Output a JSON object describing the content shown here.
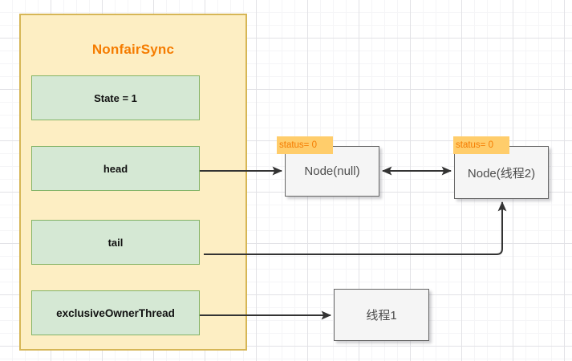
{
  "diagram": {
    "panel": {
      "title": "NonfairSync",
      "title_color": "#f57c00",
      "fill": "#fdeec3",
      "border": "#d6b656",
      "fields": [
        {
          "name": "state",
          "label": "State = 1"
        },
        {
          "name": "head",
          "label": "head"
        },
        {
          "name": "tail",
          "label": "tail"
        },
        {
          "name": "owner",
          "label": "exclusiveOwnerThread"
        }
      ]
    },
    "nodes": [
      {
        "name": "node-null",
        "label": "Node(null)",
        "status": "status= 0"
      },
      {
        "name": "node-thread2",
        "label": "Node(线程2)",
        "status": "status= 0"
      },
      {
        "name": "thread1",
        "label": "线程1",
        "status": null
      }
    ],
    "box_style": {
      "fill": "#f5f5f5",
      "border": "#666666"
    },
    "status_style": {
      "fill": "#ffcd6b",
      "text": "#f57c00"
    },
    "field_style": {
      "fill": "#d5e8d4",
      "border": "#82b366"
    },
    "connectors": [
      {
        "name": "head-to-node-null",
        "from": "head",
        "to": "node-null",
        "kind": "straight-arrow",
        "direction": "right"
      },
      {
        "name": "node-null-node-thread2",
        "from": "node-null",
        "to": "node-thread2",
        "kind": "double-arrow",
        "direction": "both"
      },
      {
        "name": "node-thread2-to-tail",
        "from": "node-thread2",
        "to": "tail",
        "kind": "elbow-arrow",
        "direction": "left"
      },
      {
        "name": "owner-to-thread1",
        "from": "exclusiveOwnerThread",
        "to": "thread1",
        "kind": "straight-arrow",
        "direction": "right"
      }
    ],
    "arrow_color": "#333333",
    "canvas": {
      "grid_minor": "#f5f5f7",
      "grid_major": "#e2e2e6",
      "background": "#ffffff"
    }
  }
}
